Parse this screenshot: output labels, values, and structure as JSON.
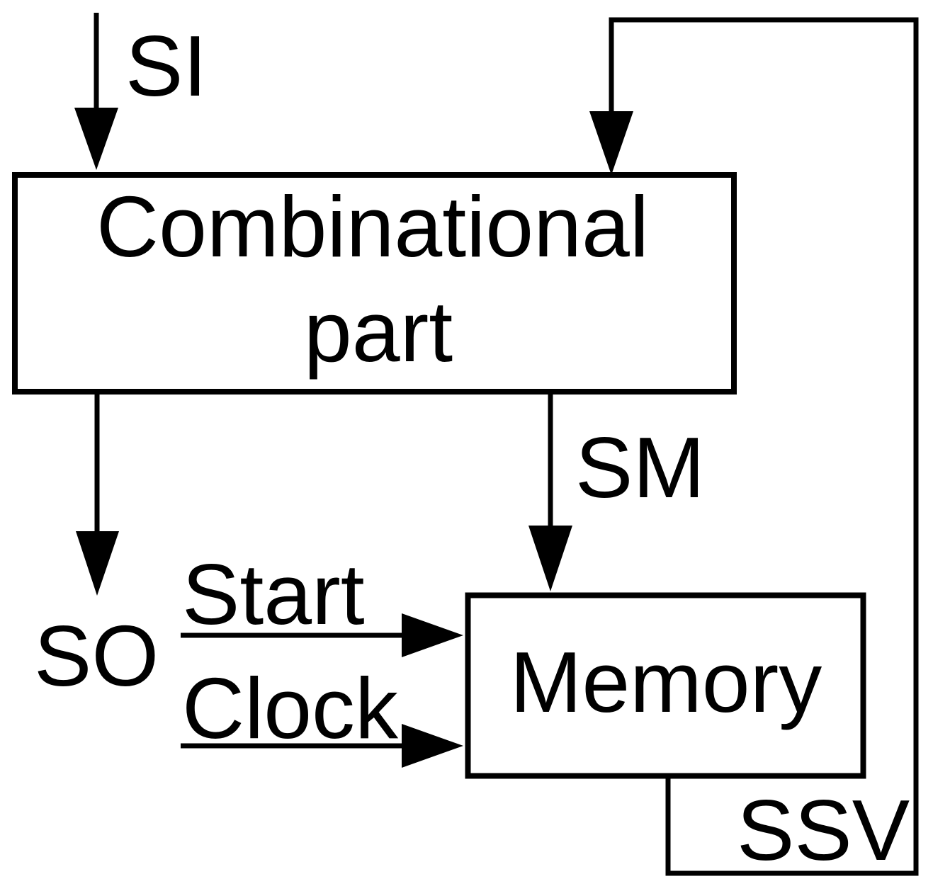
{
  "colors": {
    "background": "#ffffff",
    "ink": "#000000"
  },
  "diagram": {
    "type": "block-diagram",
    "combinational_box": {
      "label_line1": "Combinational",
      "label_line2": "part"
    },
    "memory_box": {
      "label": "Memory"
    },
    "signal_labels": {
      "si": "SI",
      "sm": "SM",
      "so": "SO",
      "start": "Start",
      "clock": "Clock",
      "ssv": "SSV"
    }
  }
}
